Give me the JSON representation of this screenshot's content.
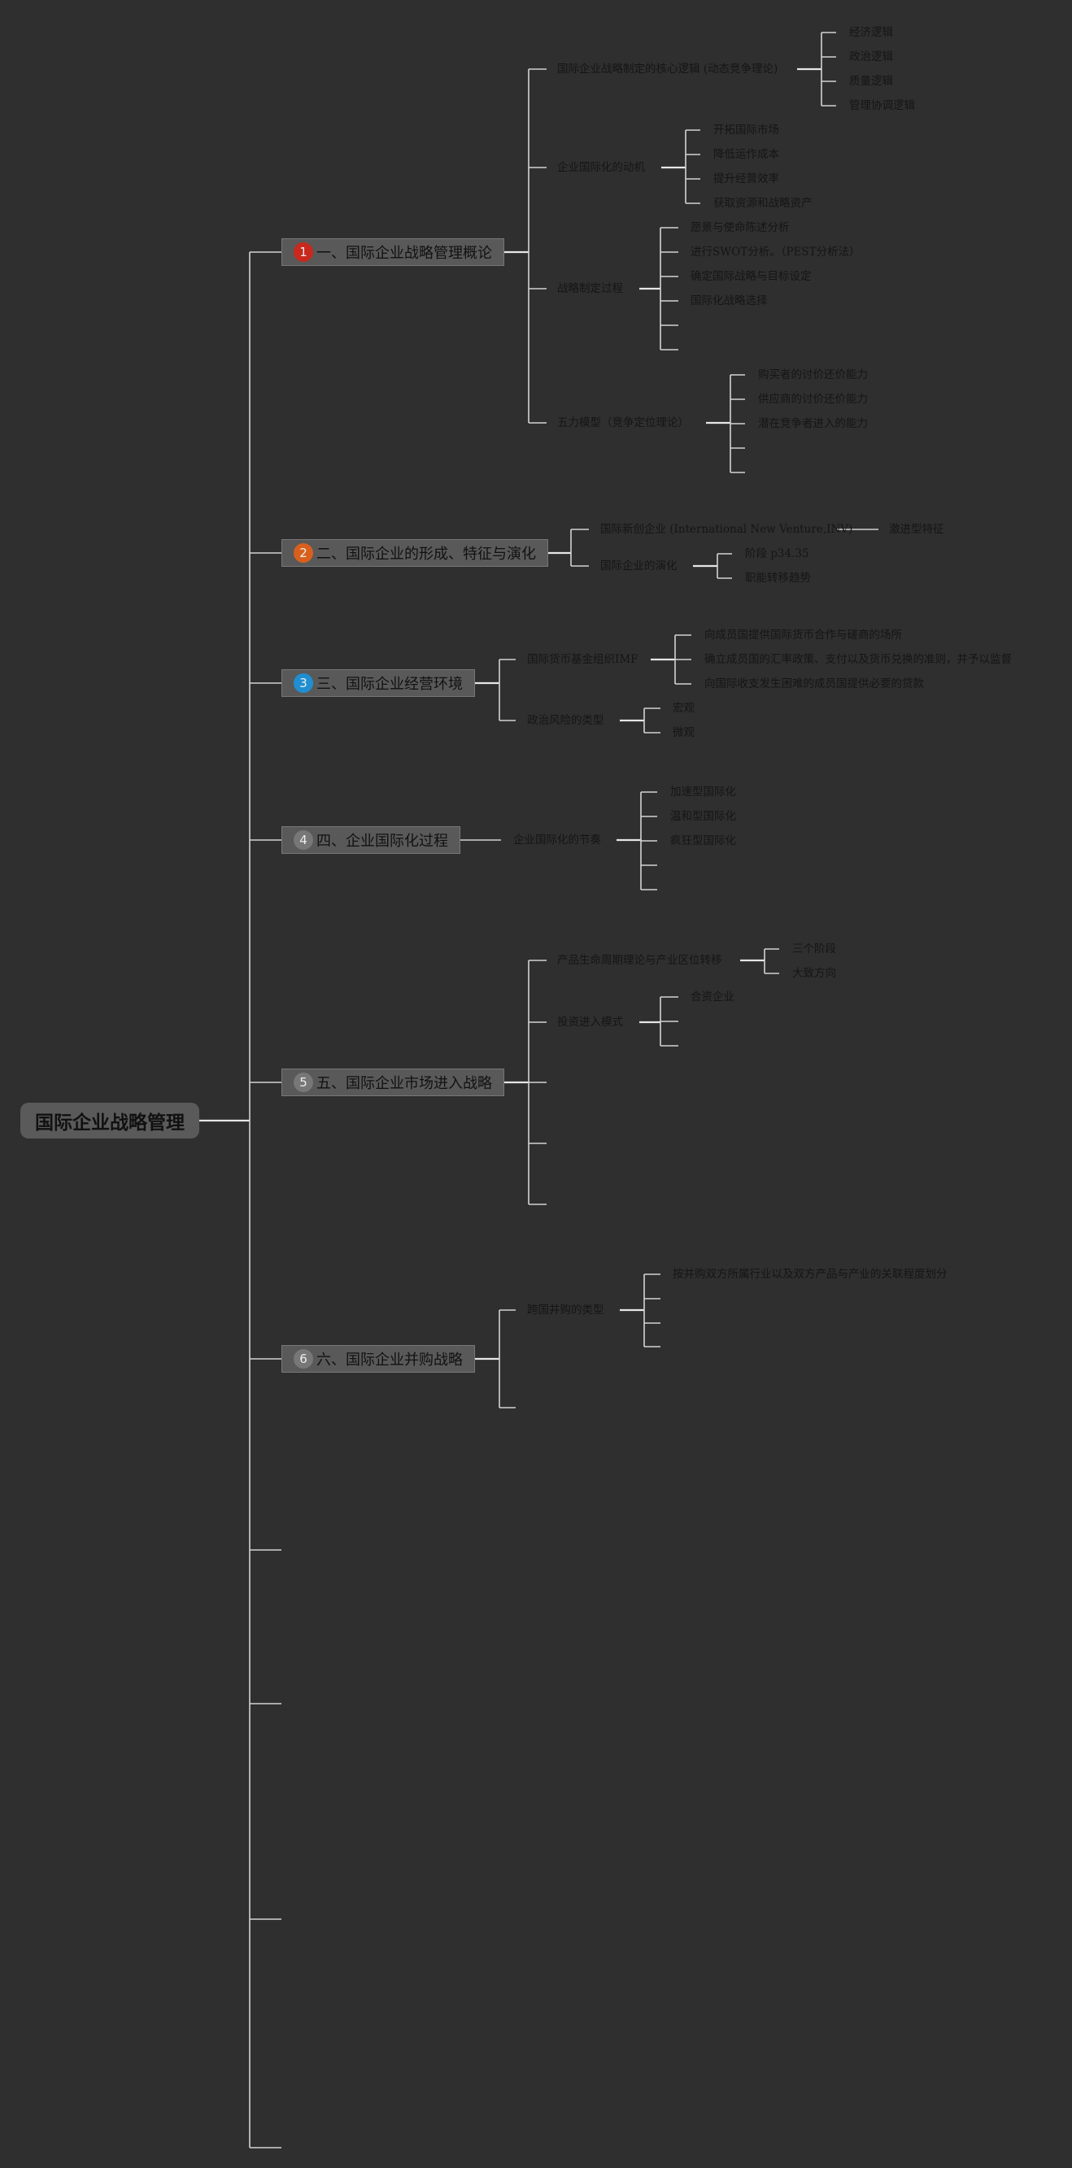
{
  "colors": {
    "background": "#2f2f2f",
    "line": "#d4d4d4",
    "node_fill": "#595959",
    "text": "#151515",
    "badge_red": "#c9281c",
    "badge_orange": "#d9601c",
    "badge_blue": "#1f8fd1",
    "badge_gray": "#777777"
  },
  "root": {
    "label": "国际企业战略管理"
  },
  "topics": [
    {
      "badge": "1",
      "badge_color": "#c9281c",
      "label": "一、国际企业战略管理概论",
      "children": [
        {
          "label": "国际企业战略制定的核心逻辑 (动态竞争理论)",
          "children": [
            "经济逻辑",
            "政治逻辑",
            "质量逻辑",
            "管理协调逻辑"
          ]
        },
        {
          "label": "企业国际化的动机",
          "children": [
            "开拓国际市场",
            "降低运作成本",
            "提升经营效率",
            "获取资源和战略资产"
          ]
        },
        {
          "label": "战略制定过程",
          "children": [
            "愿景与使命陈述分析",
            "进行SWOT分析。（PEST分析法）",
            "确定国际战略与目标设定",
            "国际化战略选择",
            "",
            ""
          ]
        },
        {
          "label": "五力模型（竞争定位理论）",
          "children": [
            "购买者的讨价还价能力",
            "供应商的讨价还价能力",
            "潜在竞争者进入的能力",
            "",
            ""
          ]
        }
      ]
    },
    {
      "badge": "2",
      "badge_color": "#d9601c",
      "label": "二、国际企业的形成、特征与演化",
      "children": [
        {
          "label": "国际新创企业 (International New Venture,INV)",
          "children": [
            "激进型特征"
          ]
        },
        {
          "label": "国际企业的演化",
          "children": [
            "阶段 p34.35",
            "职能转移趋势"
          ]
        }
      ]
    },
    {
      "badge": "3",
      "badge_color": "#1f8fd1",
      "label": "三、国际企业经营环境",
      "children": [
        {
          "label": "国际货币基金组织IMF",
          "children": [
            "向成员国提供国际货币合作与磋商的场所",
            "确立成员国的汇率政策、支付以及货币兑换的准则，并予以监督",
            "向国际收支发生困难的成员国提供必要的贷款"
          ]
        },
        {
          "label": "政治风险的类型",
          "children": [
            "宏观",
            "微观"
          ]
        }
      ]
    },
    {
      "badge": "4",
      "badge_color": "#777777",
      "label": "四、企业国际化过程",
      "children": [
        {
          "label": "企业国际化的节奏",
          "children": [
            "加速型国际化",
            "温和型国际化",
            "疯狂型国际化",
            "",
            ""
          ]
        }
      ]
    },
    {
      "badge": "5",
      "badge_color": "#777777",
      "label": "五、国际企业市场进入战略",
      "children": [
        {
          "label": "产品生命周期理论与产业区位转移",
          "children": [
            "三个阶段",
            "大致方向"
          ]
        },
        {
          "label": "投资进入模式",
          "children": [
            "合资企业",
            "",
            ""
          ]
        }
      ]
    },
    {
      "badge": "6",
      "badge_color": "#777777",
      "label": "六、国际企业并购战略",
      "children": [
        {
          "label": "跨国并购的类型",
          "children": [
            "按并购双方所属行业以及双方产品与产业的关联程度划分",
            "",
            "",
            ""
          ]
        }
      ]
    }
  ]
}
